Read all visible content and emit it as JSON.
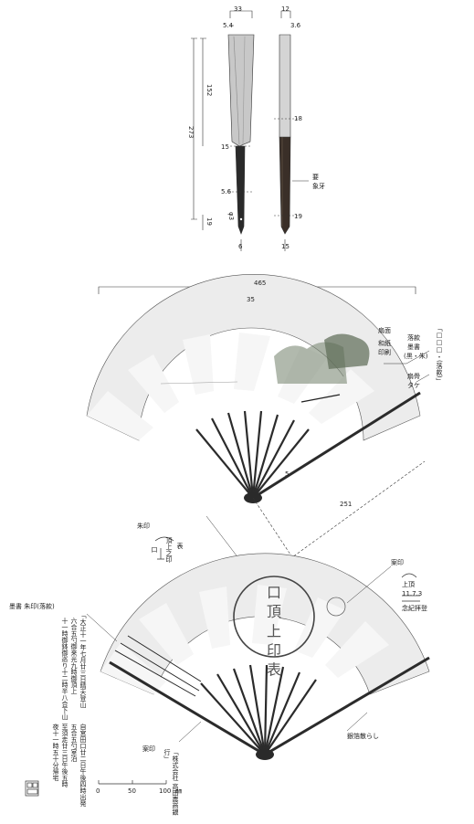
{
  "closed_fan": {
    "dims_top": {
      "width_top": "33",
      "inner_top": "5.4",
      "side_top": "12",
      "side_inner": "3.6"
    },
    "dims_side": {
      "total": "273",
      "upper": "152",
      "pivot": "19",
      "dia": "φ3"
    },
    "dims_mid": {
      "w15": "15",
      "w5_6": "5.6",
      "s18": "18",
      "s19": "19"
    },
    "dims_bottom": {
      "b6": "6",
      "b15": "15"
    },
    "material": {
      "label": "要",
      "value": "象牙"
    }
  },
  "open_fan_top": {
    "width": "465",
    "rib": "35",
    "labels": {
      "surface": "扇面",
      "paper": "和紙",
      "print": "印刷",
      "signature": "落款",
      "ink": "墨書",
      "ink_colors": "(黒・朱)",
      "sig_text": "「□□□・(落款)」",
      "rib_label": "扇骨",
      "rib_material": "タケ"
    },
    "radius": "251",
    "gap": "5",
    "seal_label": "朱印",
    "seal_front_col1": "頂上之印",
    "seal_front_col2": "表",
    "seal_front_col3": "口"
  },
  "open_fan_bottom": {
    "left_label": "墨書 朱印(落款)",
    "inscription_cols": [
      "「大正十一年七月廿三日晴天登山",
      "六合五勺御来光九時御頂上",
      "十一時御鉢御巡り十二時半八合下山"
    ],
    "inscription_cols2": [
      "自宮田口廿二日午後四時出発",
      "五合五勺室泊",
      "至須走廿三日午後五時",
      "夜十一時五十分帰宅"
    ],
    "right_seal_label": "案印",
    "right_seal_text1": "上頂",
    "right_seal_text2": "11.7.3",
    "right_seal_text3": "念紀拝登",
    "lower_seal_label": "案印",
    "lower_seal_text": "「株式会社 高田農商銀行」",
    "rib_note": "銀箔散らし",
    "big_seal_text": "口 頂 上 印 表"
  },
  "scale": {
    "labels": [
      "0",
      "50",
      "100"
    ],
    "unit": "㎜"
  }
}
